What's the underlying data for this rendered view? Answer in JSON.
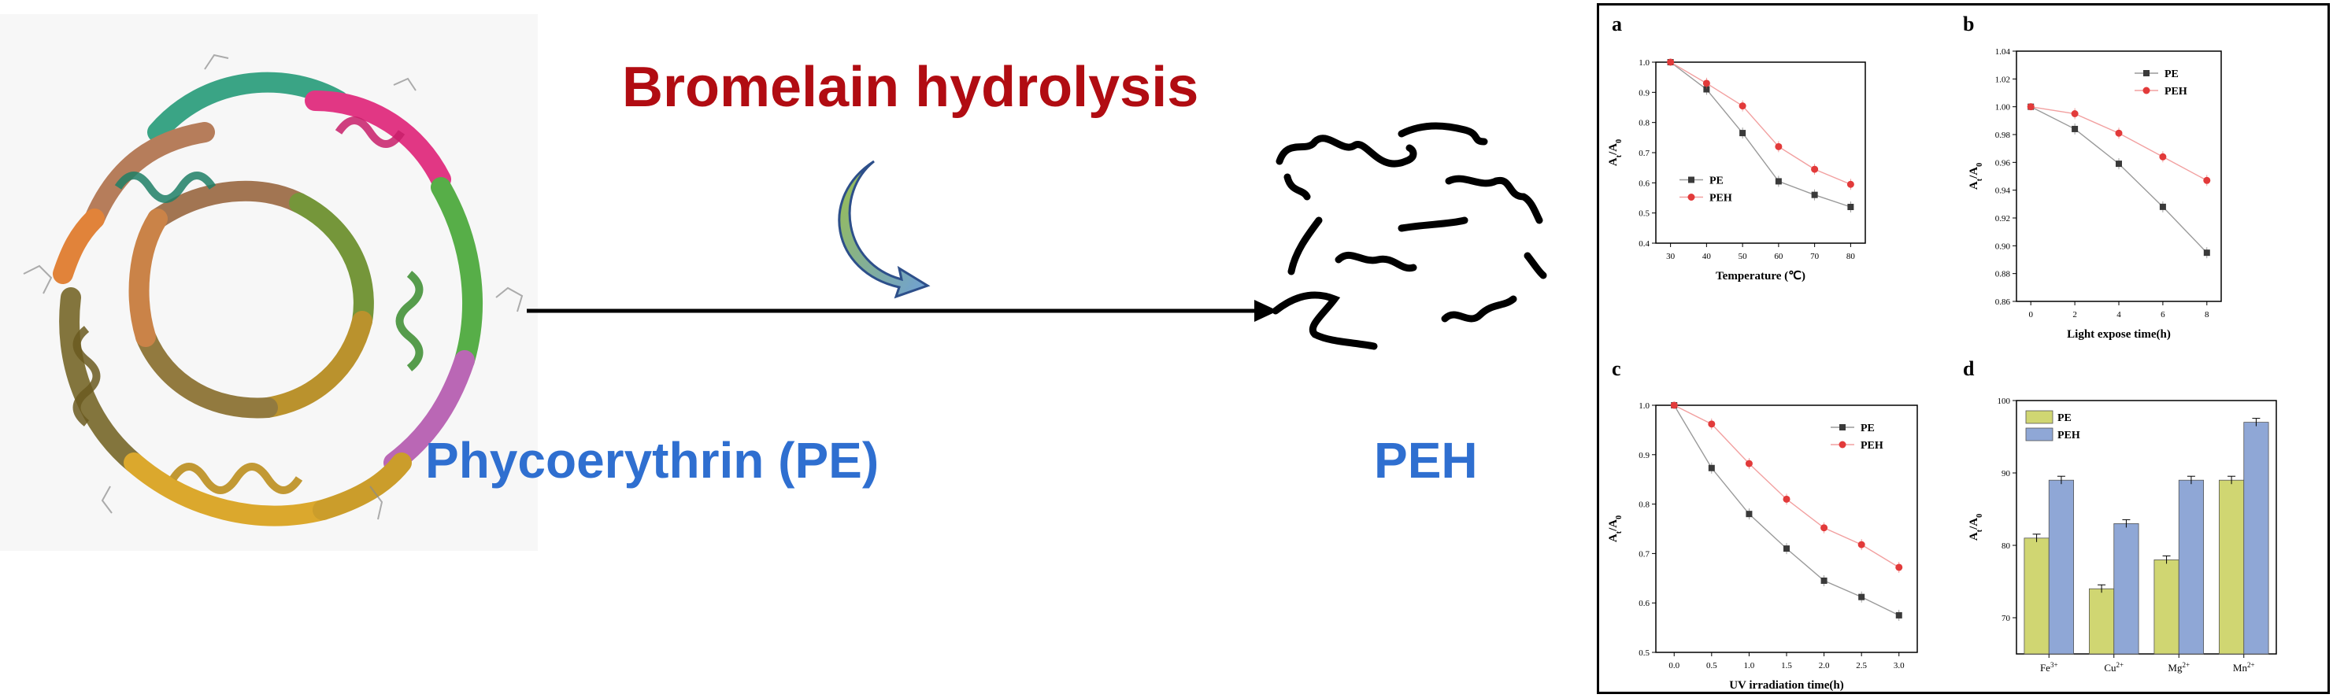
{
  "scheme": {
    "process_label": "Bromelain hydrolysis",
    "substrate_label": "Phycoerythrin (PE)",
    "product_label": "PEH",
    "colors": {
      "process": "#b10c12",
      "labels": "#2f6fd0",
      "arrow": "#000000"
    }
  },
  "chart_data": [
    {
      "panel": "a",
      "type": "line",
      "xlabel": "Temperature (℃)",
      "ylabel": "At/A0",
      "x": [
        30,
        40,
        50,
        60,
        70,
        80
      ],
      "xticks": [
        30,
        40,
        50,
        60,
        70,
        80
      ],
      "ylim": [
        0.4,
        1.0
      ],
      "yticks": [
        "0.4",
        "0.5",
        "0.6",
        "0.7",
        "0.8",
        "0.9",
        "1.0"
      ],
      "legend": "left",
      "series": [
        {
          "name": "PE",
          "values": [
            1.0,
            0.91,
            0.765,
            0.605,
            0.56,
            0.52
          ],
          "color": "#3a3a3a",
          "marker": "square"
        },
        {
          "name": "PEH",
          "values": [
            1.0,
            0.93,
            0.855,
            0.72,
            0.645,
            0.595
          ],
          "color": "#e23a3a",
          "marker": "circle"
        }
      ]
    },
    {
      "panel": "b",
      "type": "line",
      "xlabel": "Light expose time(h)",
      "ylabel": "At/A0",
      "x": [
        0,
        2,
        4,
        6,
        8
      ],
      "xticks": [
        0,
        2,
        4,
        6,
        8
      ],
      "ylim": [
        0.86,
        1.04
      ],
      "yticks": [
        "0.86",
        "0.88",
        "0.90",
        "0.92",
        "0.94",
        "0.96",
        "0.98",
        "1.00",
        "1.02",
        "1.04"
      ],
      "legend": "top-right",
      "series": [
        {
          "name": "PE",
          "values": [
            1.0,
            0.984,
            0.959,
            0.928,
            0.895
          ],
          "color": "#3a3a3a",
          "marker": "square"
        },
        {
          "name": "PEH",
          "values": [
            1.0,
            0.995,
            0.981,
            0.964,
            0.947
          ],
          "color": "#e23a3a",
          "marker": "circle"
        }
      ]
    },
    {
      "panel": "c",
      "type": "line",
      "xlabel": "UV irradiation time(h)",
      "ylabel": "At/A0",
      "x": [
        0.0,
        0.5,
        1.0,
        1.5,
        2.0,
        2.5,
        3.0
      ],
      "xticks": [
        "0.0",
        "0.5",
        "1.0",
        "1.5",
        "2.0",
        "2.5",
        "3.0"
      ],
      "ylim": [
        0.5,
        1.0
      ],
      "yticks": [
        "0.5",
        "0.6",
        "0.7",
        "0.8",
        "0.9",
        "1.0"
      ],
      "legend": "top-right",
      "series": [
        {
          "name": "PE",
          "values": [
            1.0,
            0.873,
            0.78,
            0.71,
            0.645,
            0.612,
            0.575
          ],
          "color": "#3a3a3a",
          "marker": "square"
        },
        {
          "name": "PEH",
          "values": [
            1.0,
            0.962,
            0.882,
            0.81,
            0.752,
            0.718,
            0.672
          ],
          "color": "#e23a3a",
          "marker": "circle"
        }
      ]
    },
    {
      "panel": "d",
      "type": "bar",
      "xlabel": "",
      "ylabel": "At/A0",
      "categories": [
        "Fe3+",
        "Cu2+",
        "Mg2+",
        "Mn2+"
      ],
      "ylim": [
        65,
        100
      ],
      "yticks": [
        "70",
        "80",
        "90",
        "100"
      ],
      "legend": "top-left",
      "series": [
        {
          "name": "PE",
          "values": [
            81,
            74,
            78,
            89
          ],
          "color": "#d0d672"
        },
        {
          "name": "PEH",
          "values": [
            89,
            83,
            89,
            97
          ],
          "color": "#8fa7d6"
        }
      ]
    }
  ]
}
